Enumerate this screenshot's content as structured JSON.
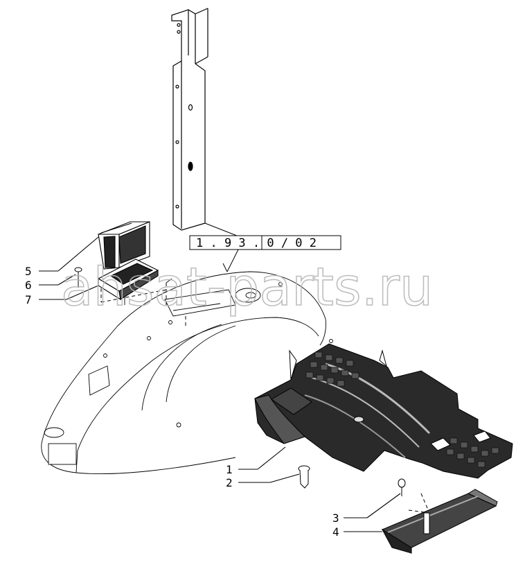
{
  "reference_box": {
    "text": "1 . 9 3 . 0 / 0 2"
  },
  "watermark": {
    "text": "ahsat-parts.ru"
  },
  "callouts": [
    {
      "id": "1",
      "label": "1"
    },
    {
      "id": "2",
      "label": "2"
    },
    {
      "id": "3",
      "label": "3"
    },
    {
      "id": "4",
      "label": "4"
    },
    {
      "id": "5",
      "label": "5"
    },
    {
      "id": "6",
      "label": "6"
    },
    {
      "id": "7",
      "label": "7"
    }
  ]
}
